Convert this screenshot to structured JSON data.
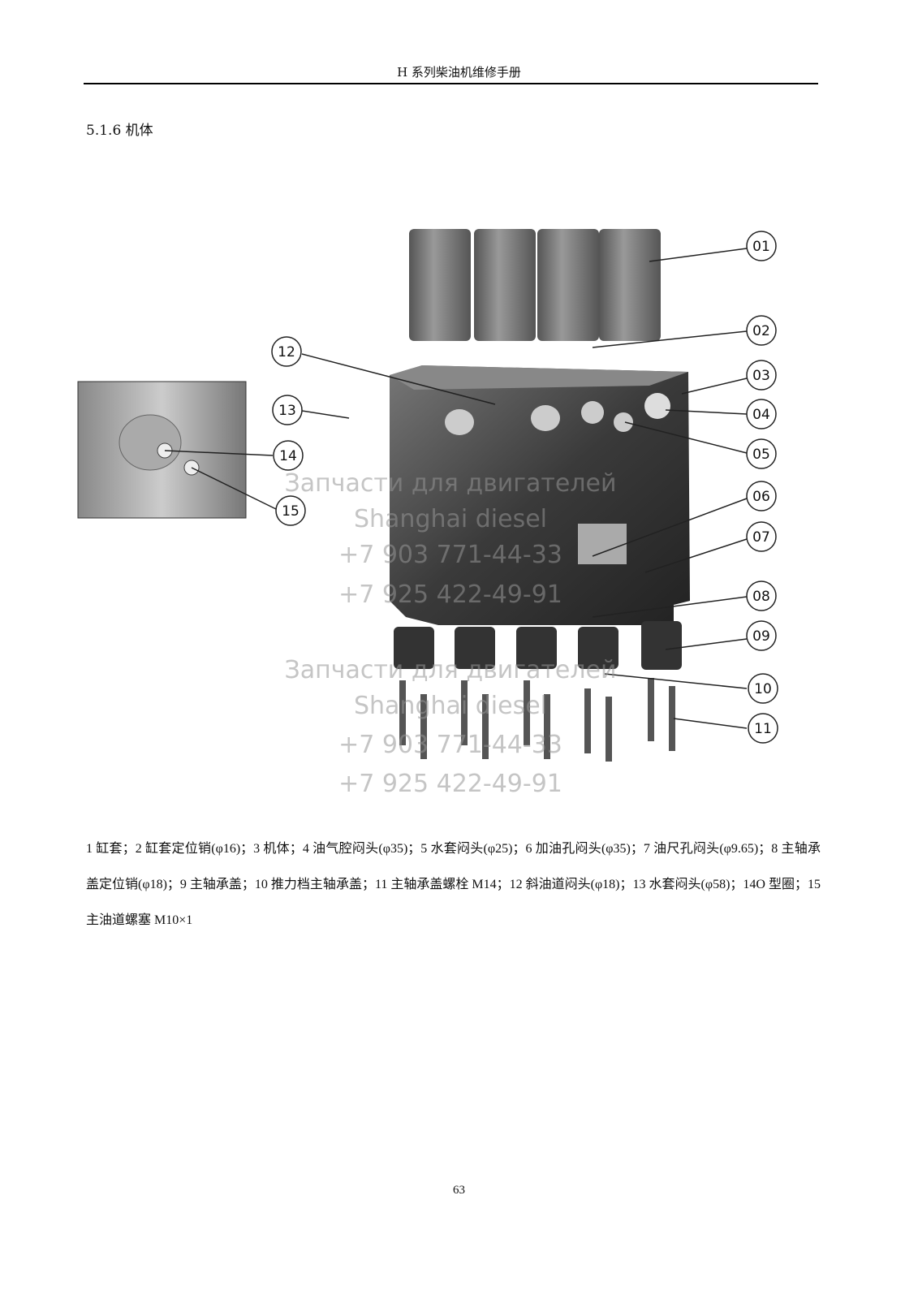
{
  "header": {
    "title": "H 系列柴油机维修手册"
  },
  "section": {
    "title": "5.1.6 机体"
  },
  "figure": {
    "callouts": [
      "01",
      "02",
      "03",
      "04",
      "05",
      "06",
      "07",
      "08",
      "09",
      "10",
      "11",
      "12",
      "13",
      "14",
      "15"
    ],
    "watermark": [
      "Запчасти для двигателей",
      "Shanghai diesel",
      "+7 903 771-44-33",
      "+7 925 422-49-91"
    ]
  },
  "caption": {
    "text": "1 缸套；2 缸套定位销(φ16)；3 机体；4 油气腔闷头(φ35)；5 水套闷头(φ25)；6 加油孔闷头(φ35)；7 油尺孔闷头(φ9.65)；8 主轴承盖定位销(φ18)；9 主轴承盖；10 推力档主轴承盖；11 主轴承盖螺栓 M14；12 斜油道闷头(φ18)；13 水套闷头(φ58)；14O 型圈；15 主油道螺塞 M10×1"
  },
  "footer": {
    "page_number": "63"
  }
}
